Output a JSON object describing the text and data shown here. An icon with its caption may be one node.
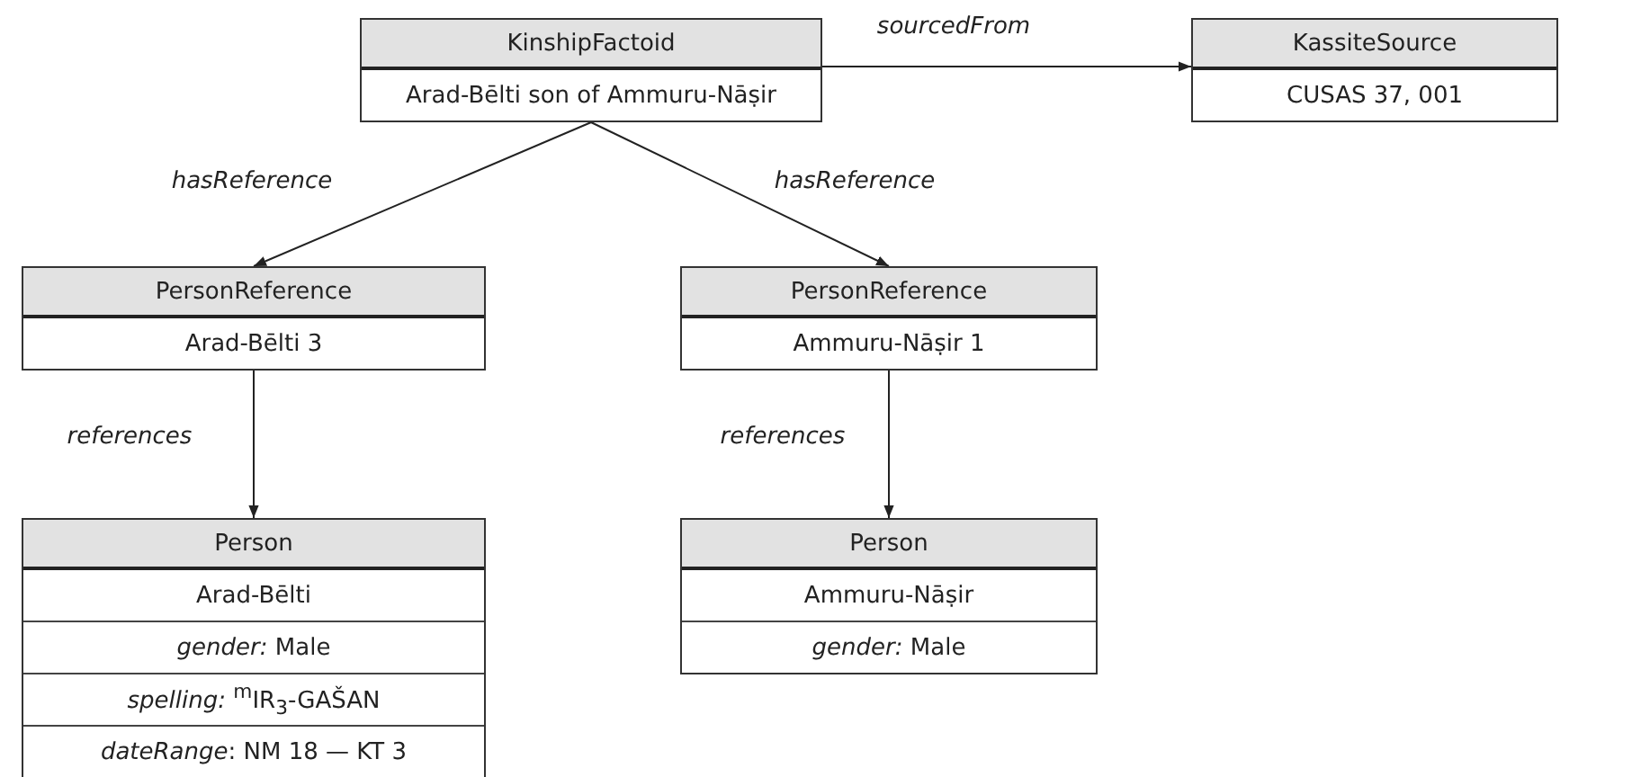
{
  "diagram": {
    "nodes": [
      {
        "text": [
          "KinshipFactoid",
          "Arad-Bēlti son of Ammuru-Nāṣir"
        ]
      },
      {
        "text": [
          "KassiteSource",
          "CUSAS 37, 001"
        ]
      },
      {
        "text": [
          "PersonReference",
          "Arad-Bēlti 3"
        ]
      },
      {
        "text": [
          "PersonReference",
          "Ammuru-Nāṣir 1"
        ]
      },
      {
        "text": [
          "Person",
          "Arad-Bēlti",
          "*gender:* Male",
          "*spelling:* $^{m}$IR$_{3}$-GAŠAN",
          "*dateRange*: NM 18 — KT 3"
        ]
      },
      {
        "text": [
          "Person",
          "Ammuru-Nāṣir",
          "*gender:* Male"
        ]
      }
    ],
    "edges": [
      {
        "from": 0,
        "to": 1,
        "arrow": "to",
        "label": "sourcedFrom"
      },
      {
        "from": 0,
        "to": 2,
        "arrow": "to",
        "label": "hasReference"
      },
      {
        "from": 0,
        "to": 3,
        "arrow": "to",
        "label": "hasReference"
      },
      {
        "from": 2,
        "to": 4,
        "arrow": "to",
        "label": "references"
      },
      {
        "from": 3,
        "to": 5,
        "arrow": "to",
        "label": "references"
      }
    ]
  }
}
